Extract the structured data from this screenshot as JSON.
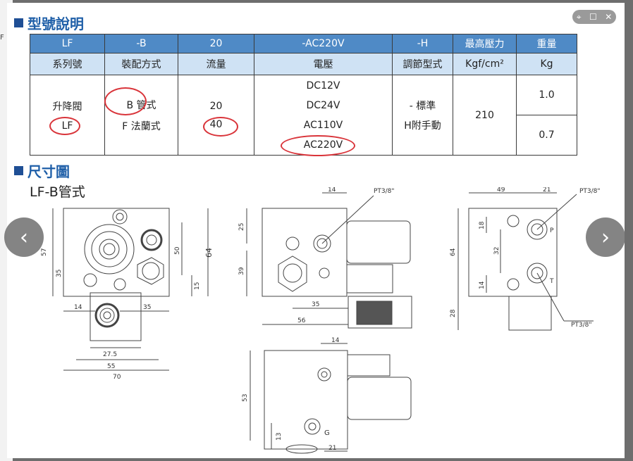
{
  "backdrop_label": "F",
  "window_controls": {
    "pin": "⌖",
    "maximize": "☐",
    "close": "✕"
  },
  "nav": {
    "prev": "‹",
    "next": "›"
  },
  "section1_title": "型號說明",
  "section2_title": "尺寸圖",
  "drawing_title": "LF-B管式",
  "table": {
    "header_codes": [
      "LF",
      "-B",
      "20",
      "-AC220V",
      "-H",
      "最高壓力",
      "重量"
    ],
    "header_names": [
      "系列號",
      "裝配方式",
      "流量",
      "電壓",
      "調節型式",
      "Kgf/cm²",
      "Kg"
    ],
    "series_name": "升降閥",
    "series_code": "LF",
    "mounting": [
      "B 管式",
      "F 法蘭式"
    ],
    "flow": [
      "20",
      "40"
    ],
    "voltages": [
      "DC12V",
      "DC24V",
      "AC110V",
      "AC220V"
    ],
    "adjust": [
      "- 標準",
      "H附手動"
    ],
    "pressure": "210",
    "weights": [
      "1.0",
      "0.7"
    ]
  },
  "dimensions": {
    "front": [
      "57",
      "35",
      "50",
      "64",
      "15",
      "14",
      "35",
      "27.5",
      "55",
      "70"
    ],
    "side": [
      "14",
      "PT3/8\"",
      "25",
      "39",
      "35",
      "56"
    ],
    "right": [
      "49",
      "21",
      "PT3/8\"",
      "18",
      "32",
      "64",
      "14",
      "28",
      "PT3/8\"",
      "P",
      "T"
    ],
    "bottom": [
      "14",
      "53",
      "13",
      "21",
      "G"
    ]
  },
  "colors": {
    "header_blue": "#4f8ac6",
    "header_light": "#cfe2f4",
    "title_blue": "#1f5fa8",
    "highlight_red": "#d9343a"
  }
}
